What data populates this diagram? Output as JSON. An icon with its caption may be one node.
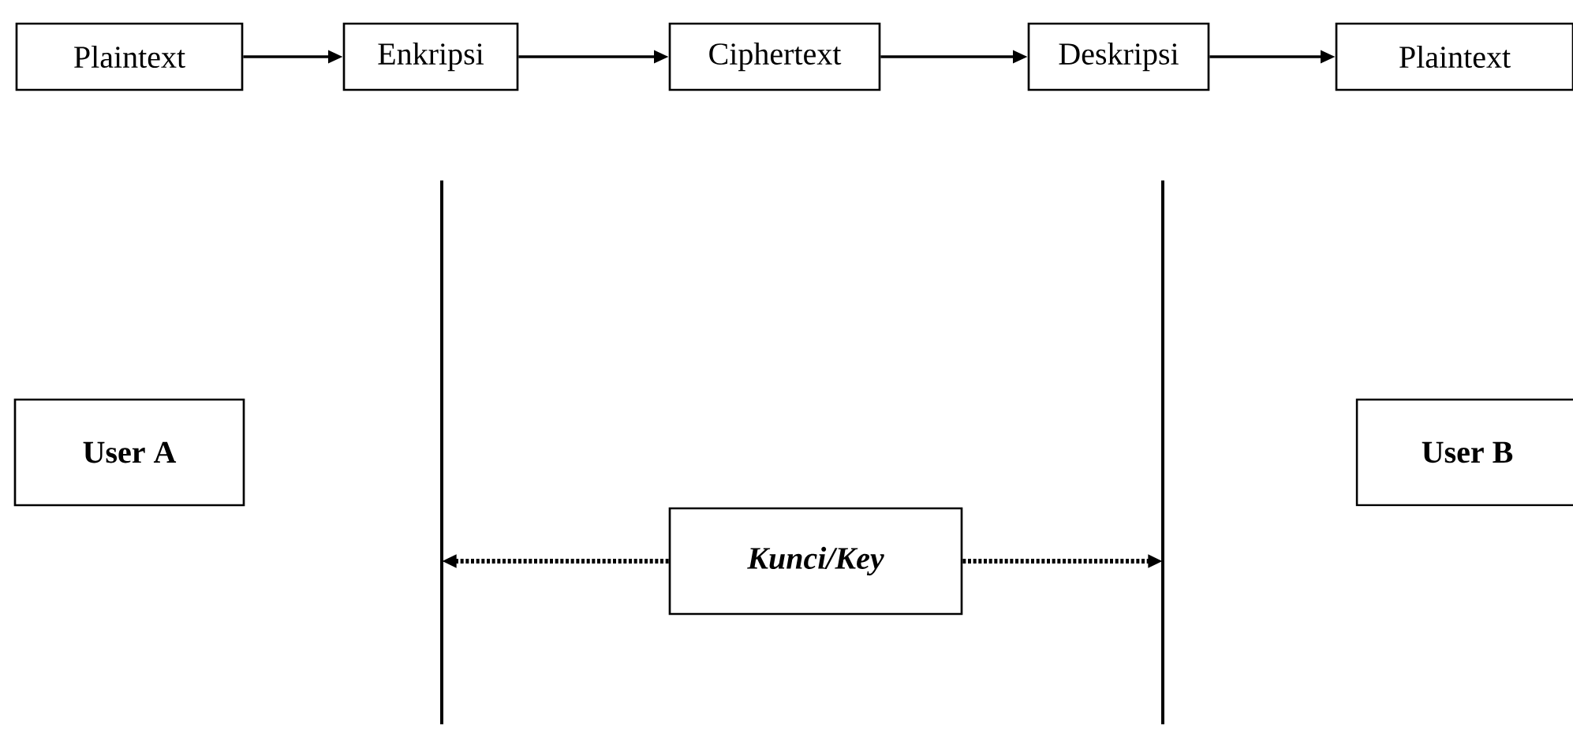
{
  "diagram": {
    "nodes": [
      {
        "text": [
          "Plaintext"
        ]
      },
      {
        "text": [
          "Enkripsi"
        ]
      },
      {
        "text": [
          "Ciphertext"
        ]
      },
      {
        "text": [
          "Deskripsi"
        ]
      },
      {
        "text": [
          "Plaintext"
        ]
      },
      {
        "text": [
          "User A"
        ]
      },
      {
        "text": [
          "User B"
        ]
      },
      {
        "text": [
          "Kunci/Key"
        ]
      },
      {
        "text": [],
        "shape": "line"
      },
      {
        "text": [],
        "shape": "line"
      }
    ],
    "edges": [
      {
        "from": 0,
        "to": 1,
        "arrow": "to"
      },
      {
        "from": 1,
        "to": 2,
        "arrow": "to"
      },
      {
        "from": 2,
        "to": 3,
        "arrow": "to"
      },
      {
        "from": 3,
        "to": 4,
        "arrow": "to"
      },
      {
        "from": 7,
        "to": 8,
        "arrow": "to",
        "style": "dashed"
      },
      {
        "from": 7,
        "to": 9,
        "arrow": "to",
        "style": "dashed"
      }
    ]
  }
}
